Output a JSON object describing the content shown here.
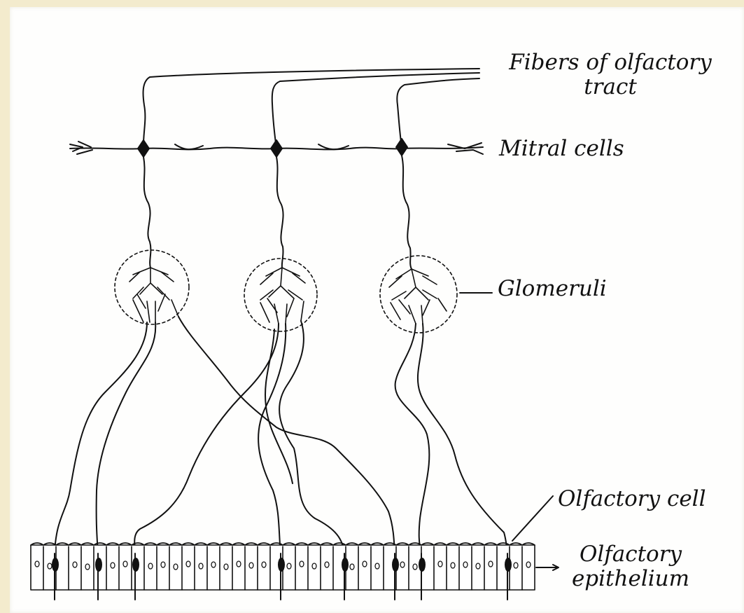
{
  "labels": {
    "fibers_line1": "Fibers of olfactory",
    "fibers_line2": "tract",
    "mitral": "Mitral cells",
    "glomeruli": "Glomeruli",
    "olf_cell": "Olfactory cell",
    "epith_line1": "Olfactory",
    "epith_line2": "epithelium"
  },
  "colors": {
    "frame": "#f3ebcd",
    "paper": "#fefefd",
    "ink": "#111111"
  }
}
